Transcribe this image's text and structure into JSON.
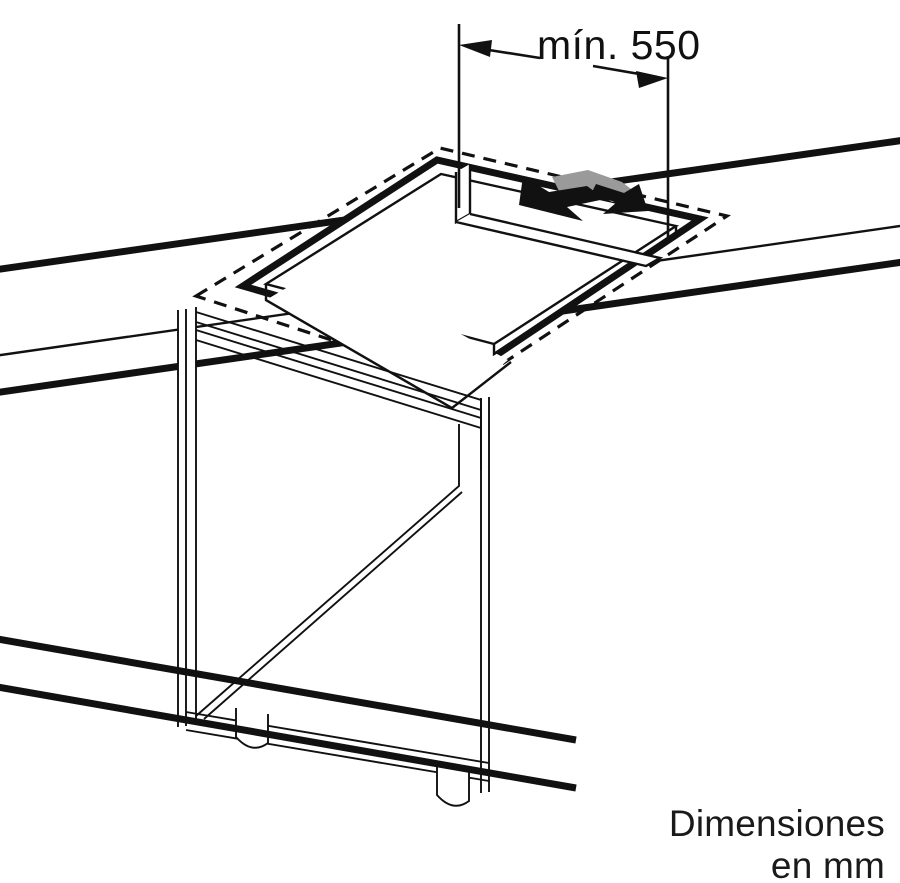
{
  "drawing": {
    "title": "Installation dimension drawing, cooktop cutout in worktop",
    "units_note_line1": "Dimensiones",
    "units_note_line2": "en mm",
    "dimension_label": "mín. 550",
    "dimension_value": 550,
    "dimension_qualifier": "mín.",
    "units": "mm",
    "colors": {
      "line": "#111111",
      "arrow_fill": "#111111",
      "arrow_highlight": "#9a9a9a",
      "background": "#ffffff"
    },
    "elements": {
      "worktop": "kitchen-worktop",
      "cutout": "cooktop-cutout-recess",
      "cutout_outline_style": "dashed",
      "cabinet": "base-cabinet",
      "feet": "adjustable-cabinet-feet",
      "feet_count": 2,
      "airflow": "downdraft-extraction-arrows",
      "airflow_arrow_count": 2
    }
  },
  "chart_data": {
    "type": "table",
    "title": "Installation dimensions",
    "categories": [
      "mín. 550"
    ],
    "values": [
      550
    ],
    "xlabel": "",
    "ylabel": "mm",
    "annotations": [
      "mín. 550",
      "Dimensiones en mm"
    ]
  }
}
